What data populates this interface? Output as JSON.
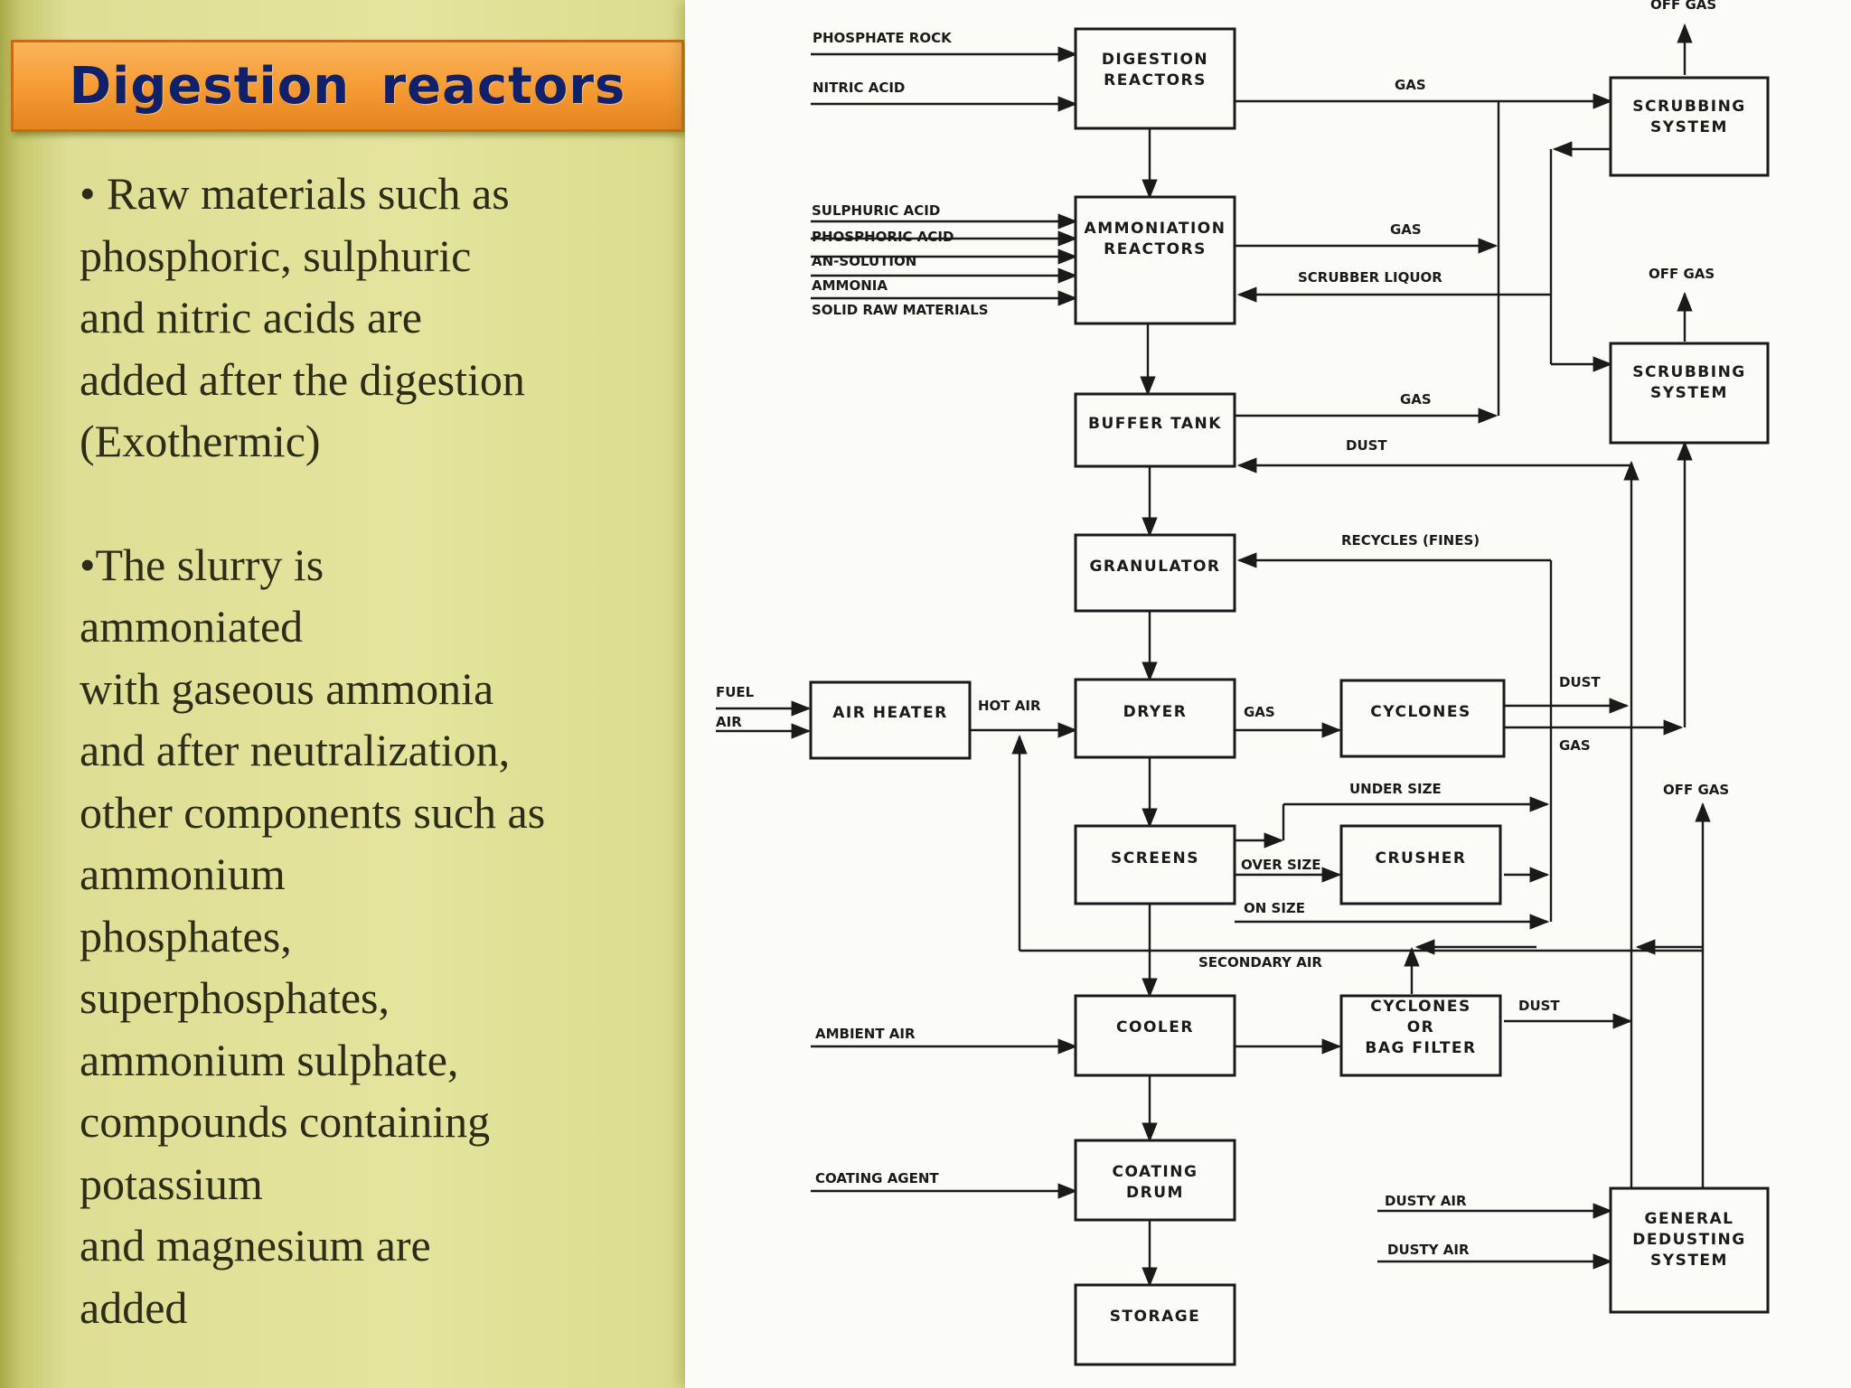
{
  "title": "Digestion  reactors",
  "paragraphs": [
    [
      "• Raw materials such as",
      "phosphoric, sulphuric",
      "and nitric acids are",
      "added after the digestion",
      "(Exothermic)"
    ],
    [
      "•The slurry is",
      "ammoniated",
      "with gaseous ammonia",
      "and after neutralization,",
      "other components such as",
      "ammonium",
      "phosphates,",
      "superphosphates,",
      "ammonium sulphate,",
      "compounds containing",
      "potassium",
      "and magnesium are",
      "added"
    ]
  ],
  "diagram": {
    "boxes": {
      "digestion": [
        "DIGESTION",
        "REACTORS"
      ],
      "ammoniation": [
        "AMMONIATION",
        "REACTORS"
      ],
      "buffer": [
        "BUFFER TANK"
      ],
      "granulator": [
        "GRANULATOR"
      ],
      "air_heater": [
        "AIR HEATER"
      ],
      "dryer": [
        "DRYER"
      ],
      "cyclones": [
        "CYCLONES"
      ],
      "screens": [
        "SCREENS"
      ],
      "crusher": [
        "CRUSHER"
      ],
      "cooler": [
        "COOLER"
      ],
      "cyclones_bag": [
        "CYCLONES",
        "OR",
        "BAG FILTER"
      ],
      "coating": [
        "COATING",
        "DRUM"
      ],
      "storage": [
        "STORAGE"
      ],
      "scrub1": [
        "SCRUBBING",
        "SYSTEM"
      ],
      "scrub2": [
        "SCRUBBING",
        "SYSTEM"
      ],
      "dedusting": [
        "GENERAL",
        "DEDUSTING",
        "SYSTEM"
      ]
    },
    "labels": {
      "phosphate_rock": "PHOSPHATE ROCK",
      "nitric_acid": "NITRIC ACID",
      "sulphuric_acid": "SULPHURIC ACID",
      "phosphoric_acid": "PHOSPHORIC ACID",
      "an_solution": "AN-SOLUTION",
      "ammonia": "AMMONIA",
      "solid_raw": "SOLID RAW MATERIALS",
      "gas1": "GAS",
      "gas2": "GAS",
      "scrubber_liquor": "SCRUBBER LIQUOR",
      "gas3": "GAS",
      "dust1": "DUST",
      "recycles": "RECYCLES (FINES)",
      "fuel": "FUEL",
      "air": "AIR",
      "hot_air": "HOT AIR",
      "gas4": "GAS",
      "dust2": "DUST",
      "gas5": "GAS",
      "under_size": "UNDER SIZE",
      "over_size": "OVER SIZE",
      "on_size": "ON SIZE",
      "secondary_air": "SECONDARY AIR",
      "ambient_air": "AMBIENT AIR",
      "dust3": "DUST",
      "coating_agent": "COATING AGENT",
      "dusty_air1": "DUSTY AIR",
      "dusty_air2": "DUSTY AIR",
      "off_gas1": "OFF GAS",
      "off_gas2": "OFF GAS",
      "off_gas3": "OFF GAS"
    }
  }
}
